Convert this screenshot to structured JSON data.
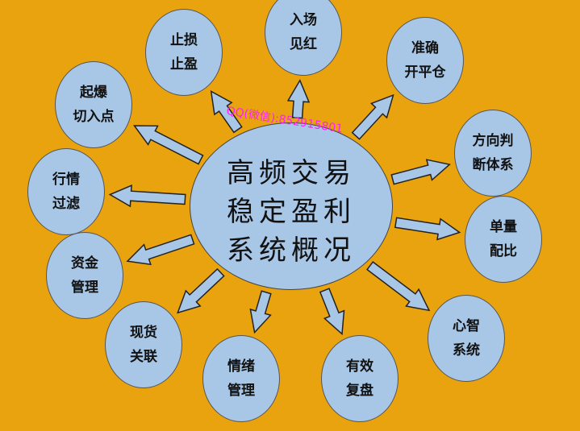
{
  "center": {
    "lines": [
      "高频交易",
      "稳定盈利",
      "系统概况"
    ]
  },
  "nodes": [
    {
      "id": "stop-loss",
      "lines": [
        "止损",
        "止盈"
      ]
    },
    {
      "id": "entry",
      "lines": [
        "入场",
        "见红"
      ]
    },
    {
      "id": "open-close",
      "lines": [
        "准确",
        "开平仓"
      ]
    },
    {
      "id": "direction",
      "lines": [
        "方向判",
        "断体系"
      ]
    },
    {
      "id": "position-size",
      "lines": [
        "单量",
        "配比"
      ]
    },
    {
      "id": "mindset",
      "lines": [
        "心智",
        "系统"
      ]
    },
    {
      "id": "review",
      "lines": [
        "有效",
        "复盘"
      ]
    },
    {
      "id": "emotion",
      "lines": [
        "情绪",
        "管理"
      ]
    },
    {
      "id": "spot",
      "lines": [
        "现货",
        "关联"
      ]
    },
    {
      "id": "capital",
      "lines": [
        "资金",
        "管理"
      ]
    },
    {
      "id": "filter",
      "lines": [
        "行情",
        "过滤"
      ]
    },
    {
      "id": "breakout",
      "lines": [
        "起爆",
        "切入点"
      ]
    }
  ],
  "watermark": "QQ(微信):852915801",
  "colors": {
    "background": "#e8a30f",
    "circle": "#a8c6e6",
    "watermark": "#ff1fff"
  }
}
